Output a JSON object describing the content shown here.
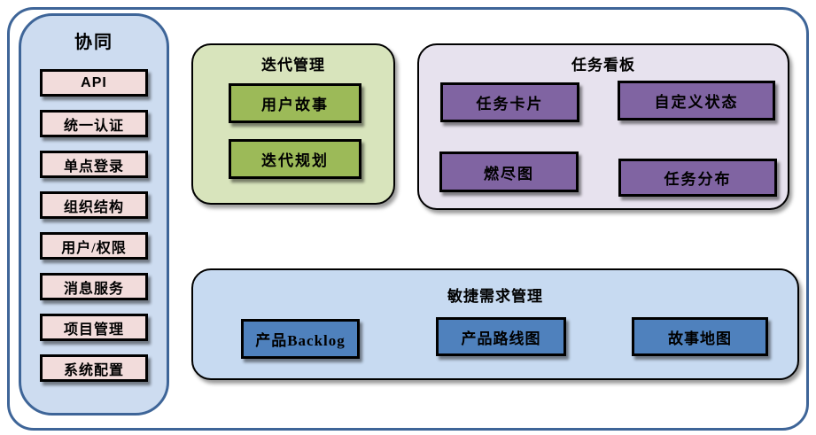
{
  "diagram": {
    "sidebar": {
      "title": "协同",
      "items": [
        "API",
        "统一认证",
        "单点登录",
        "组织结构",
        "用户/权限",
        "消息服务",
        "项目管理",
        "系统配置"
      ]
    },
    "iteration": {
      "title": "迭代管理",
      "items": [
        "用户故事",
        "迭代规划"
      ]
    },
    "kanban": {
      "title": "任务看板",
      "items": [
        "任务卡片",
        "自定义状态",
        "燃尽图",
        "任务分布"
      ]
    },
    "requirements": {
      "title": "敏捷需求管理",
      "items": [
        "产品Backlog",
        "产品路线图",
        "故事地图"
      ]
    }
  },
  "colors": {
    "outer_border": "#3e6598",
    "sidebar_fill": "#cddcf0",
    "sidebar_item_fill": "#f2dcdb",
    "iteration_group_fill": "#d8e4bc",
    "iteration_item_fill": "#9cba58",
    "kanban_group_fill": "#e7e2ee",
    "kanban_item_fill": "#8064a2",
    "requirements_group_fill": "#c7daf1",
    "requirements_item_fill": "#4f81bd",
    "node_border": "#000000"
  }
}
